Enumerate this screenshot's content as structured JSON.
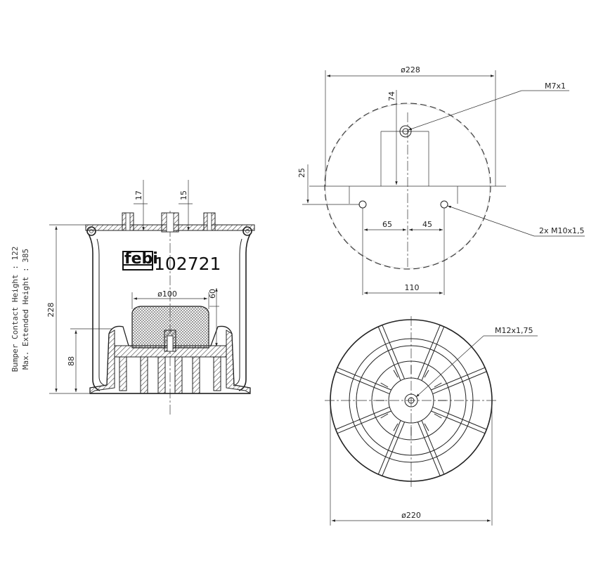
{
  "brand": {
    "logo": "febi",
    "part_number": "102721"
  },
  "side_notes": {
    "bumper_contact": "Bumper Contact Height : 122",
    "max_extended": "Max. Extended Height : 385"
  },
  "side_view": {
    "height_total": "228",
    "height_piston": "88",
    "bumper_diameter": "ø100",
    "bumper_height": "60",
    "stud_left": "17",
    "stud_center": "15"
  },
  "top_view": {
    "diameter": "ø228",
    "offset_74": "74",
    "offset_25": "25",
    "hole_spacing_65": "65",
    "hole_spacing_45": "45",
    "hole_spacing_110": "110",
    "thread_top": "M7x1",
    "thread_holes": "2x M10x1,5"
  },
  "bottom_view": {
    "diameter": "ø220",
    "thread": "M12x1,75"
  }
}
